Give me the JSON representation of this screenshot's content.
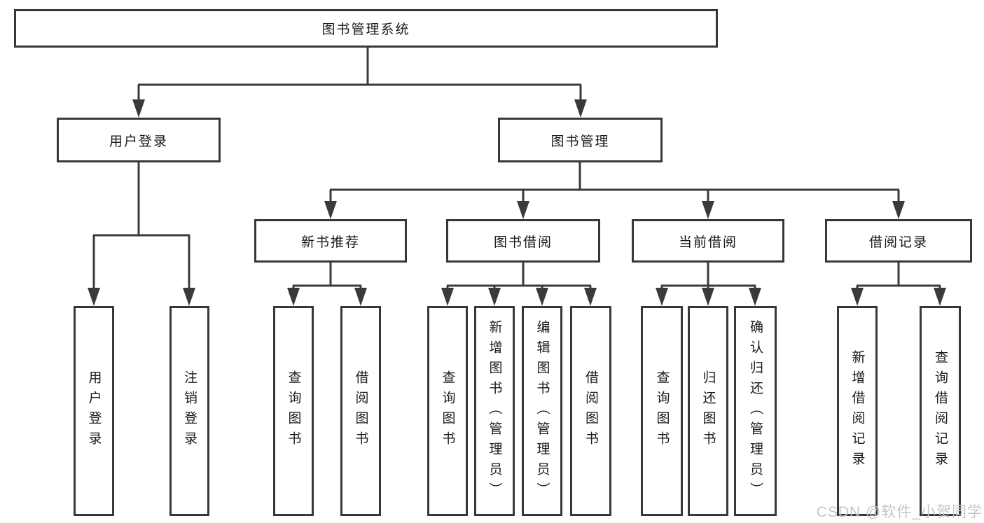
{
  "tree": {
    "label": "图书管理系统",
    "children": [
      {
        "label": "用户登录",
        "children": [
          {
            "label": "用户登录"
          },
          {
            "label": "注销登录"
          }
        ]
      },
      {
        "label": "图书管理",
        "children": [
          {
            "label": "新书推荐",
            "children": [
              {
                "label": "查询图书"
              },
              {
                "label": "借阅图书"
              }
            ]
          },
          {
            "label": "图书借阅",
            "children": [
              {
                "label": "查询图书"
              },
              {
                "label": "新增图书（管理员）"
              },
              {
                "label": "编辑图书（管理员）"
              },
              {
                "label": "借阅图书"
              }
            ]
          },
          {
            "label": "当前借阅",
            "children": [
              {
                "label": "查询图书"
              },
              {
                "label": "归还图书"
              },
              {
                "label": "确认归还（管理员）"
              }
            ]
          },
          {
            "label": "借阅记录",
            "children": [
              {
                "label": "新增借阅记录"
              },
              {
                "label": "查询借阅记录"
              }
            ]
          }
        ]
      }
    ]
  },
  "watermark": {
    "text": "CSDN @软件_小贺同学"
  },
  "colors": {
    "line": "#3a3a3a",
    "box_border": "#383838",
    "text": "#1a1a1a",
    "watermark": "#c6c6c6",
    "background": "#ffffff"
  }
}
